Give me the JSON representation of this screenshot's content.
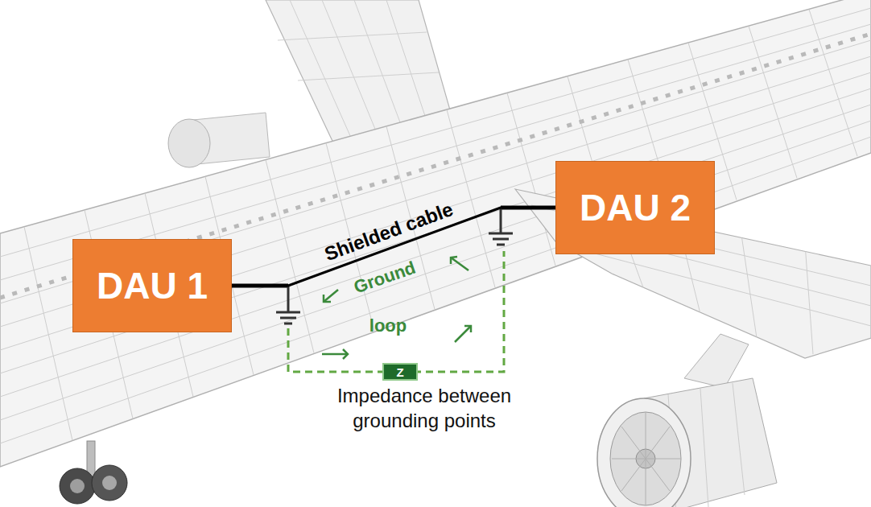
{
  "diagram": {
    "nodes": [
      {
        "text": [
          "DAU 1"
        ]
      },
      {
        "text": [
          "DAU 2"
        ]
      },
      {
        "text": [
          "Z"
        ]
      }
    ],
    "edges": [
      {
        "from": 0,
        "to": 1,
        "arrow": "none",
        "label": "Shielded cable"
      }
    ],
    "labels": [
      "Ground",
      "loop",
      "Impedance between grounding points"
    ]
  }
}
